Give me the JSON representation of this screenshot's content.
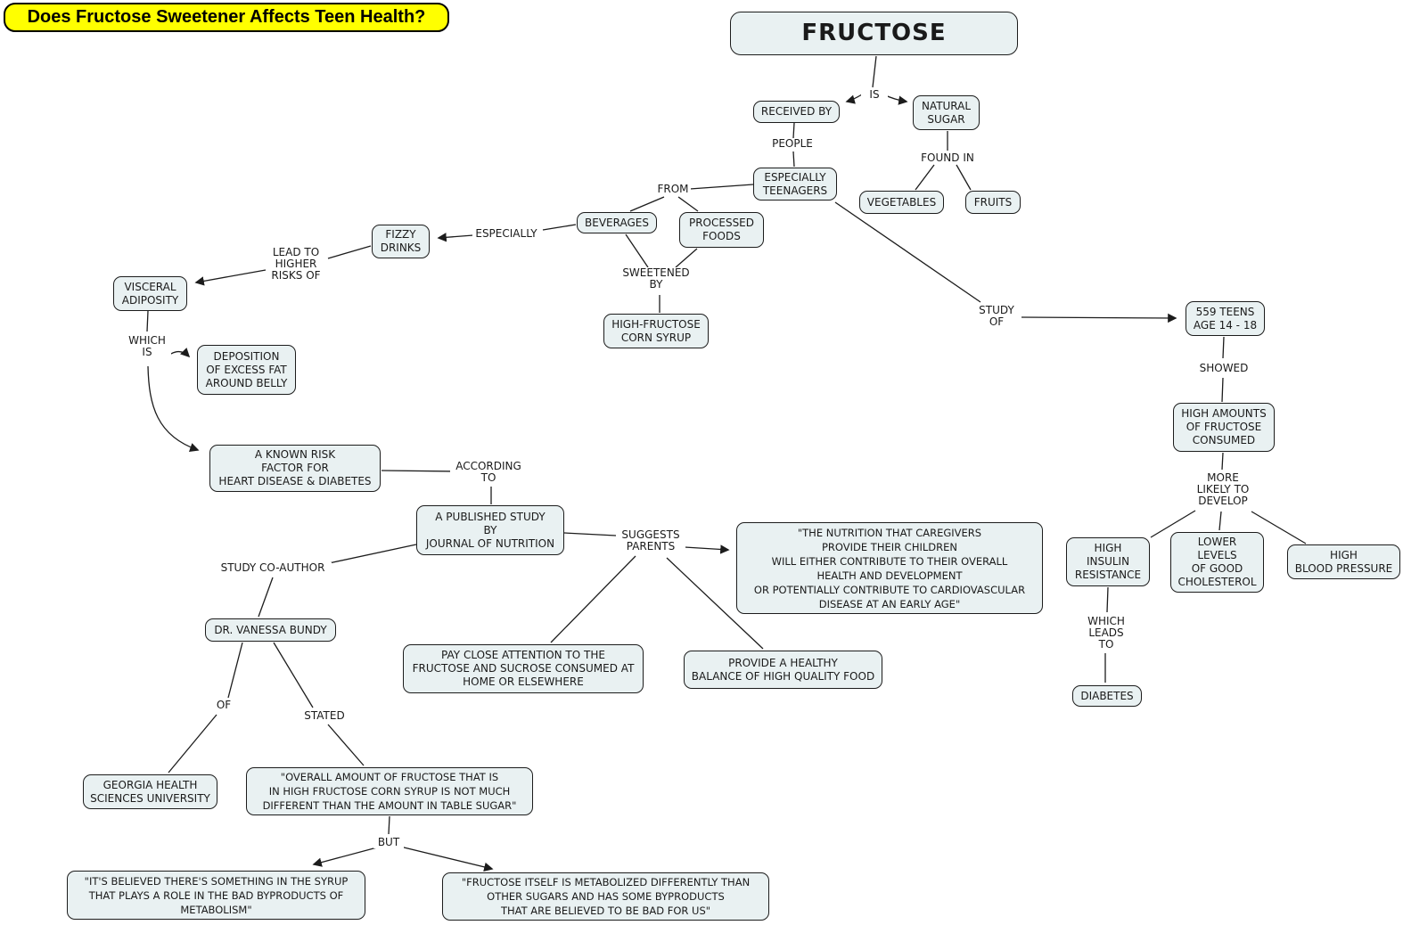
{
  "title": "Does Fructose Sweetener Affects Teen Health?",
  "colors": {
    "title_bg": "#ffff00",
    "node_fill": "#e9f1f2",
    "node_border": "#1c1c1c",
    "connector": "#1c1c1c",
    "canvas_bg": "#ffffff"
  },
  "nodes": {
    "fructose": "FRUCTOSE",
    "received_by": "RECEIVED BY",
    "natural_sugar": "NATURAL\nSUGAR",
    "especially_teenagers": "ESPECIALLY\nTEENAGERS",
    "vegetables": "VEGETABLES",
    "fruits": "FRUITS",
    "beverages": "BEVERAGES",
    "processed_foods": "PROCESSED\nFOODS",
    "fizzy_drinks": "FIZZY\nDRINKS",
    "high_fructose_corn_syrup": "HIGH-FRUCTOSE\nCORN SYRUP",
    "visceral_adiposity": "VISCERAL\nADIPOSITY",
    "deposition_belly_fat": "DEPOSITION\nOF EXCESS FAT\nAROUND BELLY",
    "known_risk_factor": "A KNOWN RISK\nFACTOR FOR\nHEART DISEASE & DIABETES",
    "published_study": "A PUBLISHED STUDY\nBY\nJOURNAL OF NUTRITION",
    "dr_vanessa_bundy": "DR. VANESSA BUNDY",
    "nutrition_quote": "\"THE NUTRITION THAT CAREGIVERS\nPROVIDE THEIR CHILDREN\nWILL EITHER CONTRIBUTE TO THEIR OVERALL\nHEALTH AND DEVELOPMENT\nOR POTENTIALLY CONTRIBUTE TO CARDIOVASCULAR\nDISEASE AT AN EARLY AGE\"",
    "pay_close_attention": "PAY CLOSE ATTENTION TO THE\nFRUCTOSE AND SUCROSE CONSUMED AT\nHOME OR ELSEWHERE",
    "provide_healthy_balance": "PROVIDE A HEALTHY\nBALANCE OF HIGH QUALITY FOOD",
    "teens_559": "559 TEENS\nAGE 14 - 18",
    "high_amounts_fructose": "HIGH AMOUNTS\nOF FRUCTOSE\nCONSUMED",
    "high_insulin_resistance": "HIGH\nINSULIN\nRESISTANCE",
    "lower_good_cholesterol": "LOWER\nLEVELS\nOF GOOD\nCHOLESTEROL",
    "high_blood_pressure": "HIGH\nBLOOD PRESSURE",
    "diabetes": "DIABETES",
    "georgia_university": "GEORGIA HEALTH\nSCIENCES UNIVERSITY",
    "overall_amount_quote": "\"OVERALL AMOUNT OF FRUCTOSE THAT IS\nIN HIGH FRUCTOSE CORN SYRUP IS NOT MUCH\nDIFFERENT THAN THE AMOUNT IN TABLE SUGAR\"",
    "syrup_byproducts_quote": "\"IT'S BELIEVED THERE'S SOMETHING IN THE SYRUP\nTHAT PLAYS A ROLE IN THE BAD BYPRODUCTS OF\nMETABOLISM\"",
    "fructose_metabolized_quote": "\"FRUCTOSE ITSELF IS METABOLIZED DIFFERENTLY THAN\nOTHER SUGARS AND HAS SOME BYPRODUCTS\nTHAT ARE BELIEVED TO BE BAD FOR US\""
  },
  "edge_labels": {
    "is": "IS",
    "people": "PEOPLE",
    "found_in": "FOUND IN",
    "from": "FROM",
    "especially": "ESPECIALLY",
    "sweetened_by": "SWEETENED\nBY",
    "lead_to_higher_risks": "LEAD TO\nHIGHER\nRISKS OF",
    "which_is": "WHICH\nIS",
    "according_to": "ACCORDING\nTO",
    "study_co_author": "STUDY CO-AUTHOR",
    "suggests_parents": "SUGGESTS\nPARENTS",
    "study_of": "STUDY\nOF",
    "showed": "SHOWED",
    "more_likely_develop": "MORE\nLIKELY TO\nDEVELOP",
    "which_leads_to": "WHICH\nLEADS\nTO",
    "of": "OF",
    "stated": "STATED",
    "but": "BUT"
  }
}
